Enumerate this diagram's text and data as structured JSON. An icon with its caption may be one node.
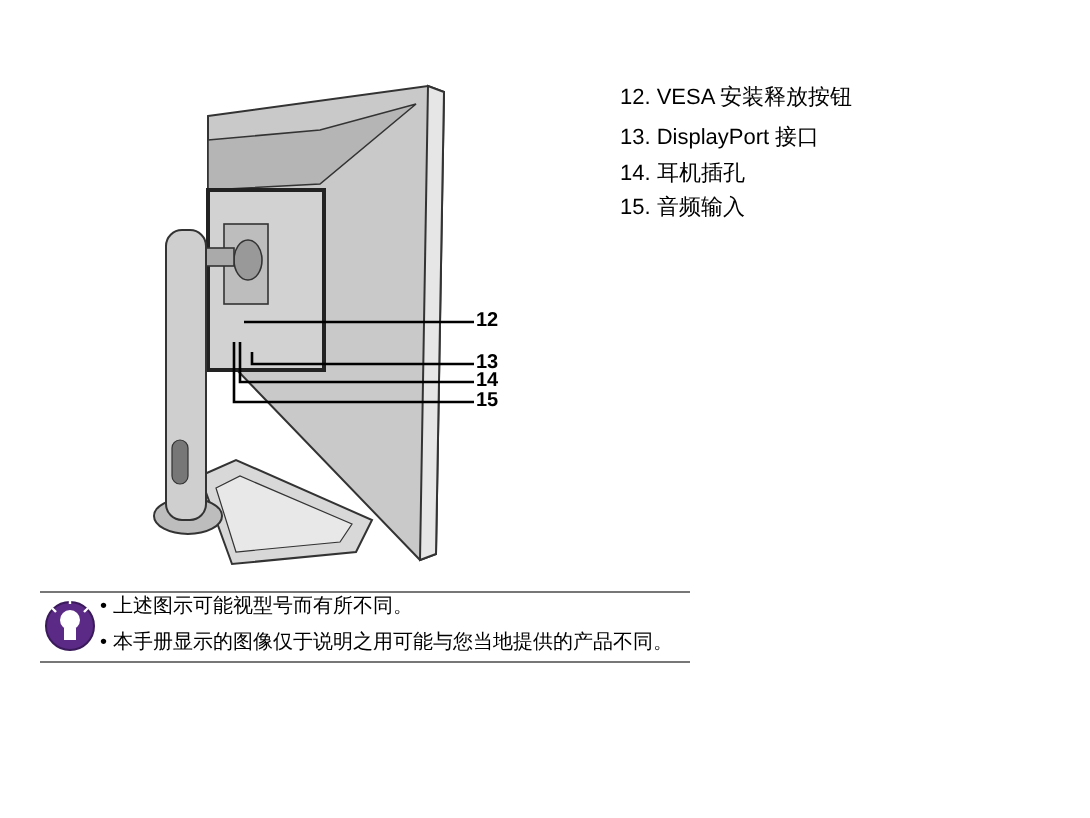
{
  "diagram": {
    "nodes": [
      {
        "text": [
          "12"
        ]
      },
      {
        "text": [
          "13"
        ]
      },
      {
        "text": [
          "14"
        ]
      },
      {
        "text": [
          "15"
        ]
      }
    ],
    "edges": [
      {
        "from": 0,
        "to": null,
        "arrow": "none"
      },
      {
        "from": 1,
        "to": null,
        "arrow": "none"
      },
      {
        "from": 2,
        "to": null,
        "arrow": "none"
      },
      {
        "from": 3,
        "to": null,
        "arrow": "none"
      }
    ],
    "labels": [
      "12. VESA 安装释放按钮",
      "13. DisplayPort 接口",
      "14. 耳机插孔",
      "15. 音频输入",
      "• 上述图示可能视型号而有所不同。",
      "• 本手册显示的图像仅于说明之用可能与您当地提供的产品不同。"
    ]
  }
}
